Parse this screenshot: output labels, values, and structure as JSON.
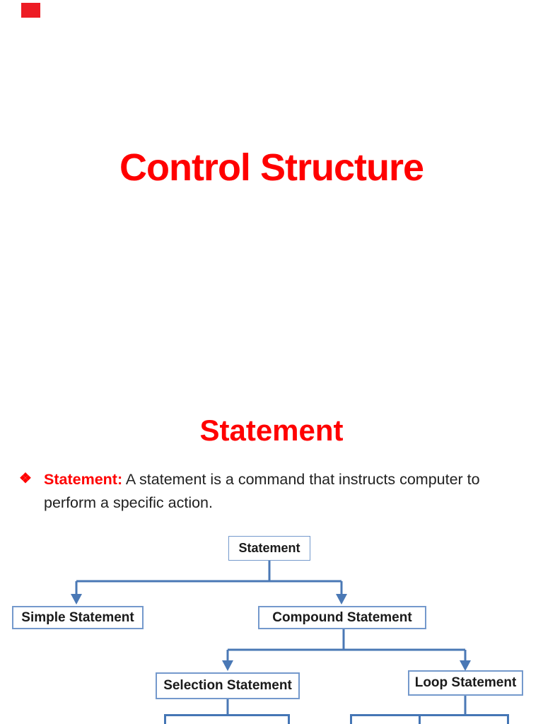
{
  "decor": {
    "red_marker_color": "#ed1c24"
  },
  "slide1": {
    "title": "Control Structure",
    "title_color": "#ff0000"
  },
  "slide2": {
    "title": "Statement",
    "title_color": "#ff0000",
    "bullet": {
      "marker": "❖",
      "label": "Statement:",
      "text": "A statement is a command that instructs computer to perform a specific action."
    },
    "diagram": {
      "line_color": "#4a78b5",
      "box_border_color": "#7499cc",
      "thick_border_color": "#4576b5",
      "nodes": {
        "root": "Statement",
        "simple": "Simple Statement",
        "compound": "Compound Statement",
        "selection": "Selection Statement",
        "loop": "Loop Statement"
      }
    }
  }
}
